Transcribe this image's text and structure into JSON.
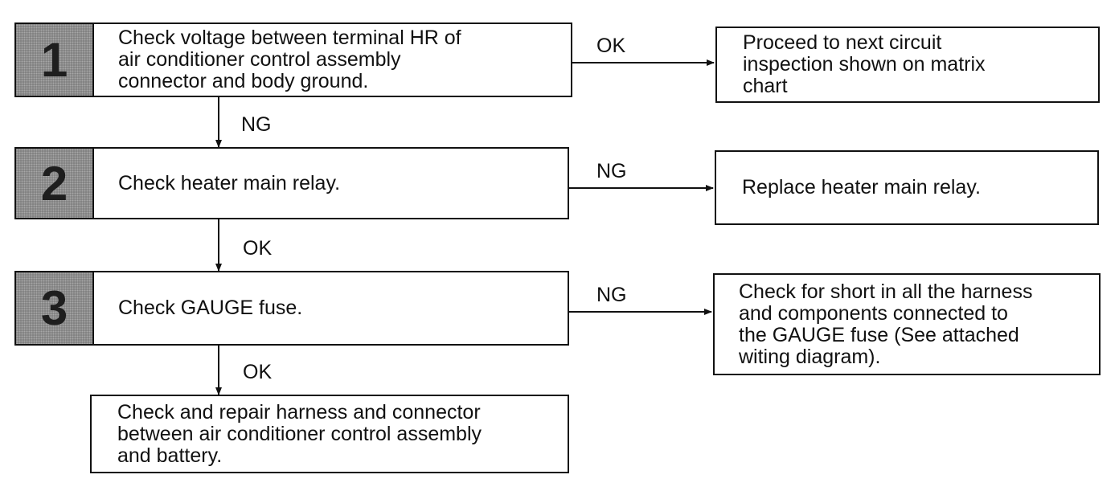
{
  "steps": [
    {
      "number": "1",
      "text": "Check voltage between terminal HR of\nair conditioner control assembly\nconnector and body ground."
    },
    {
      "number": "2",
      "text": "Check heater main relay."
    },
    {
      "number": "3",
      "text": "Check GAUGE fuse."
    }
  ],
  "results": [
    {
      "text": "Proceed to next circuit\ninspection shown on matrix\nchart"
    },
    {
      "text": "Replace heater main relay."
    },
    {
      "text": "Check for short in all the harness\nand components connected to\nthe GAUGE fuse (See attached\nwiting diagram)."
    }
  ],
  "final": {
    "text": "Check and repair harness and connector\nbetween air conditioner control assembly\nand battery."
  },
  "labels": {
    "step1_right": "OK",
    "step1_down": "NG",
    "step2_right": "NG",
    "step2_down": "OK",
    "step3_right": "NG",
    "step3_down": "OK"
  }
}
